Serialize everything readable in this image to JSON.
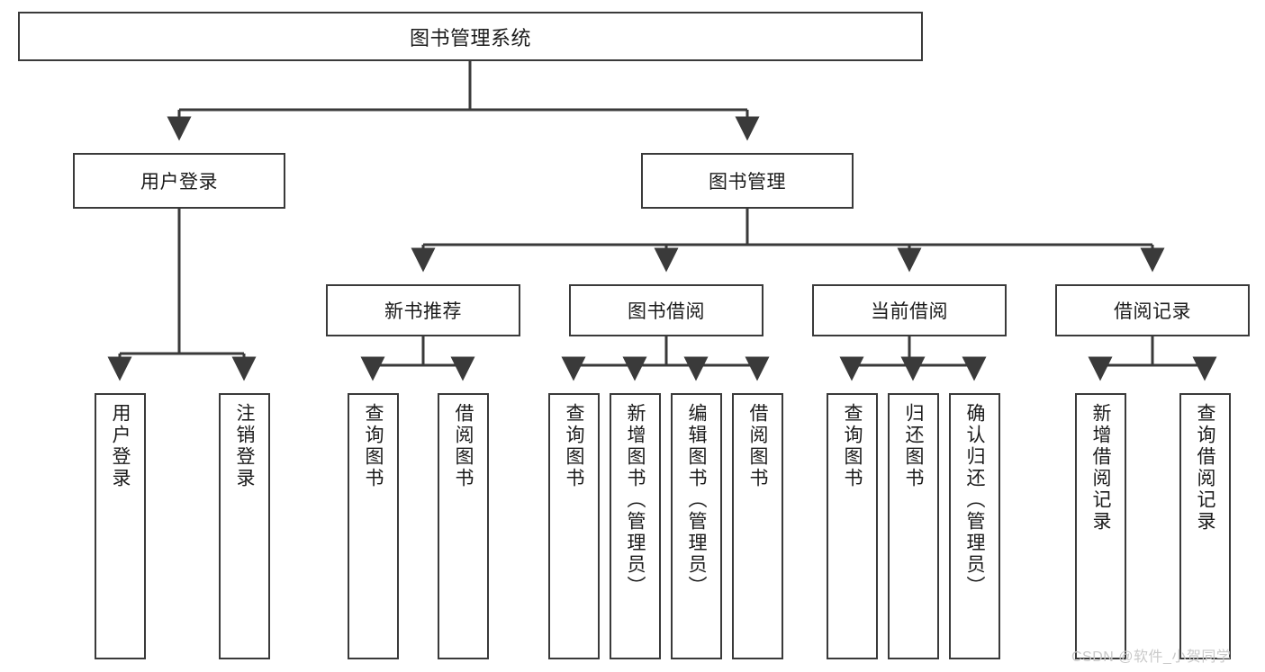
{
  "diagram": {
    "title": "图书管理系统",
    "type": "tree-hierarchy-chart",
    "stroke_color": "#3a3a3a",
    "text_color": "#1b1b1b",
    "background_color": "#ffffff"
  },
  "root": {
    "label": "图书管理系统"
  },
  "level2": [
    {
      "label": "用户登录"
    },
    {
      "label": "图书管理"
    }
  ],
  "level3": [
    {
      "label": "新书推荐"
    },
    {
      "label": "图书借阅"
    },
    {
      "label": "当前借阅"
    },
    {
      "label": "借阅记录"
    }
  ],
  "leaves": {
    "user_login": [
      {
        "label": "用户登录"
      },
      {
        "label": "注销登录"
      }
    ],
    "new_book_recommend": [
      {
        "label": "查询图书"
      },
      {
        "label": "借阅图书"
      }
    ],
    "book_borrow": [
      {
        "label": "查询图书"
      },
      {
        "label": "新增图书（管理员）"
      },
      {
        "label": "编辑图书（管理员）"
      },
      {
        "label": "借阅图书"
      }
    ],
    "current_borrow": [
      {
        "label": "查询图书"
      },
      {
        "label": "归还图书"
      },
      {
        "label": "确认归还（管理员）"
      }
    ],
    "borrow_record": [
      {
        "label": "新增借阅记录"
      },
      {
        "label": "查询借阅记录"
      }
    ]
  },
  "watermark": {
    "text": "CSDN @软件_小贺同学"
  }
}
